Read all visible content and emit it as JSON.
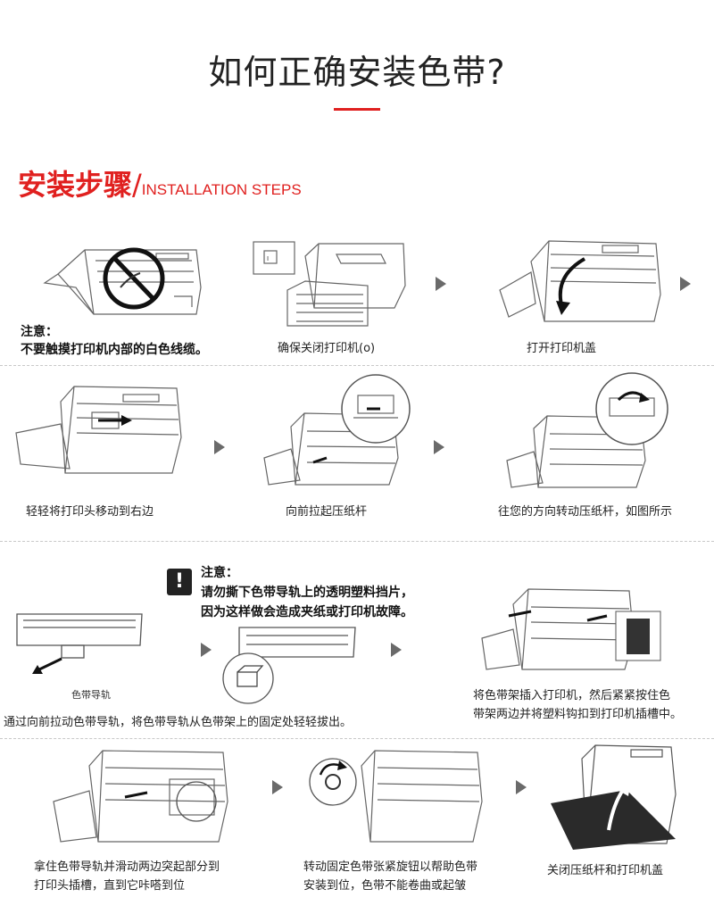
{
  "page": {
    "title": "如何正确安装色带?",
    "section_cn": "安装步骤",
    "section_sep": "/",
    "section_en": "INSTALLATION STEPS"
  },
  "rows": {
    "row1": {
      "note_title": "注意：",
      "note_text": "不要触摸打印机内部的白色线缆。",
      "step2": "确保关闭打印机(o)",
      "step3": "打开打印机盖"
    },
    "row2": {
      "step1": "轻轻将打印头移动到右边",
      "step2": "向前拉起压纸杆",
      "step3": "往您的方向转动压纸杆，如图所示"
    },
    "row3": {
      "warning_title": "注意：",
      "warning_line1": "请勿撕下色带导轨上的透明塑料挡片，",
      "warning_line2": "因为这样做会造成夹纸或打印机故障。",
      "warning_symbol": "!",
      "ribbon_guide_label": "色带导轨",
      "step1": "通过向前拉动色带导轨，将色带导轨从色带架上的固定处轻轻拔出。",
      "step3_line1": "将色带架插入打印机，然后紧紧按住色",
      "step3_line2": "带架两边并将塑料钩扣到打印机插槽中。"
    },
    "row4": {
      "step1_line1": "拿住色带导轨并滑动两边突起部分到",
      "step1_line2": "打印头插槽，直到它咔嗒到位",
      "step2_line1": "转动固定色带张紧旋钮以帮助色带",
      "step2_line2": "安装到位，色带不能卷曲或起皱",
      "step3": "关闭压纸杆和打印机盖"
    }
  },
  "colors": {
    "accent": "#e0201f",
    "arrow": "#6a6a6a",
    "divider": "#c8c8c8"
  },
  "icons": [
    "no-touch-icon",
    "power-switch-icon",
    "rotate-arrow-icon",
    "warning-icon",
    "knob-rotate-icon",
    "step-arrow-icon"
  ]
}
